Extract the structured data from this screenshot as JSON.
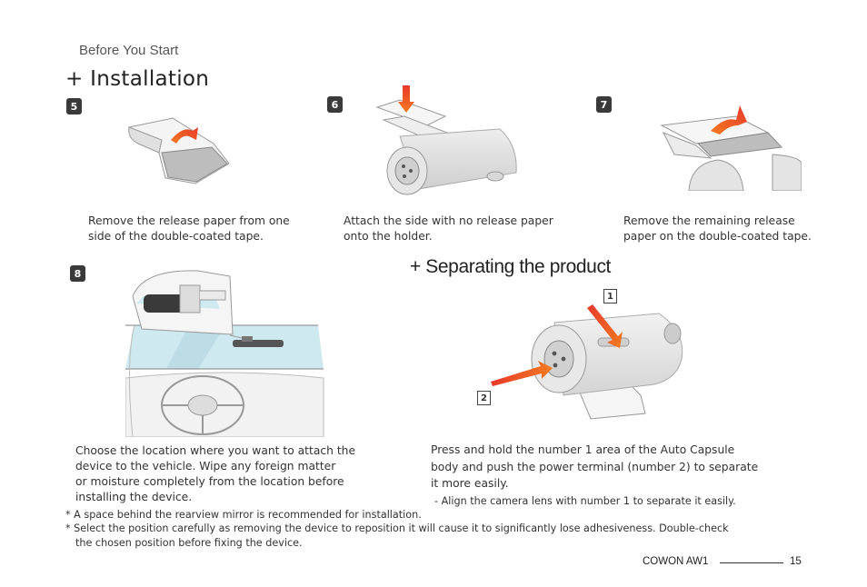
{
  "header": {
    "section_label": "Before You Start",
    "installation_title": "+ Installation"
  },
  "steps": {
    "s5": {
      "number": "5",
      "caption_line1": "Remove the release paper from one",
      "caption_line2": "side of the double-coated tape."
    },
    "s6": {
      "number": "6",
      "caption_line1": "Attach the side with no release paper",
      "caption_line2": "onto the holder."
    },
    "s7": {
      "number": "7",
      "caption_line1": "Remove the remaining release",
      "caption_line2": "paper on the double-coated tape."
    },
    "s8": {
      "number": "8",
      "caption_line1": "Choose the location where you want to attach the",
      "caption_line2": "device to the vehicle. Wipe any foreign matter",
      "caption_line3": "or moisture completely from the location before",
      "caption_line4": "installing the device."
    }
  },
  "separating": {
    "title": "+ Separating the product",
    "label1": "1",
    "label2": "2",
    "caption_line1": "Press and hold the number 1 area of the Auto Capsule",
    "caption_line2": "body and push the power terminal (number 2) to separate",
    "caption_line3": "it more easily.",
    "sub_note": "- Align the camera lens with number 1 to separate it easily."
  },
  "notes": {
    "note1": "* A space behind the rearview mirror is recommended for installation.",
    "note2_line1": "* Select the position carefully as removing the device to reposition it will cause it to significantly lose  adhesiveness. Double-check",
    "note2_line2": "the chosen position before fixing the device."
  },
  "footer": {
    "brand": "COWON AW1",
    "page": "15"
  },
  "colors": {
    "arrow_red": "#e8392b",
    "arrow_orange": "#f47b20",
    "badge": "#3a3a3a",
    "windshield": "#cfe9f1"
  }
}
